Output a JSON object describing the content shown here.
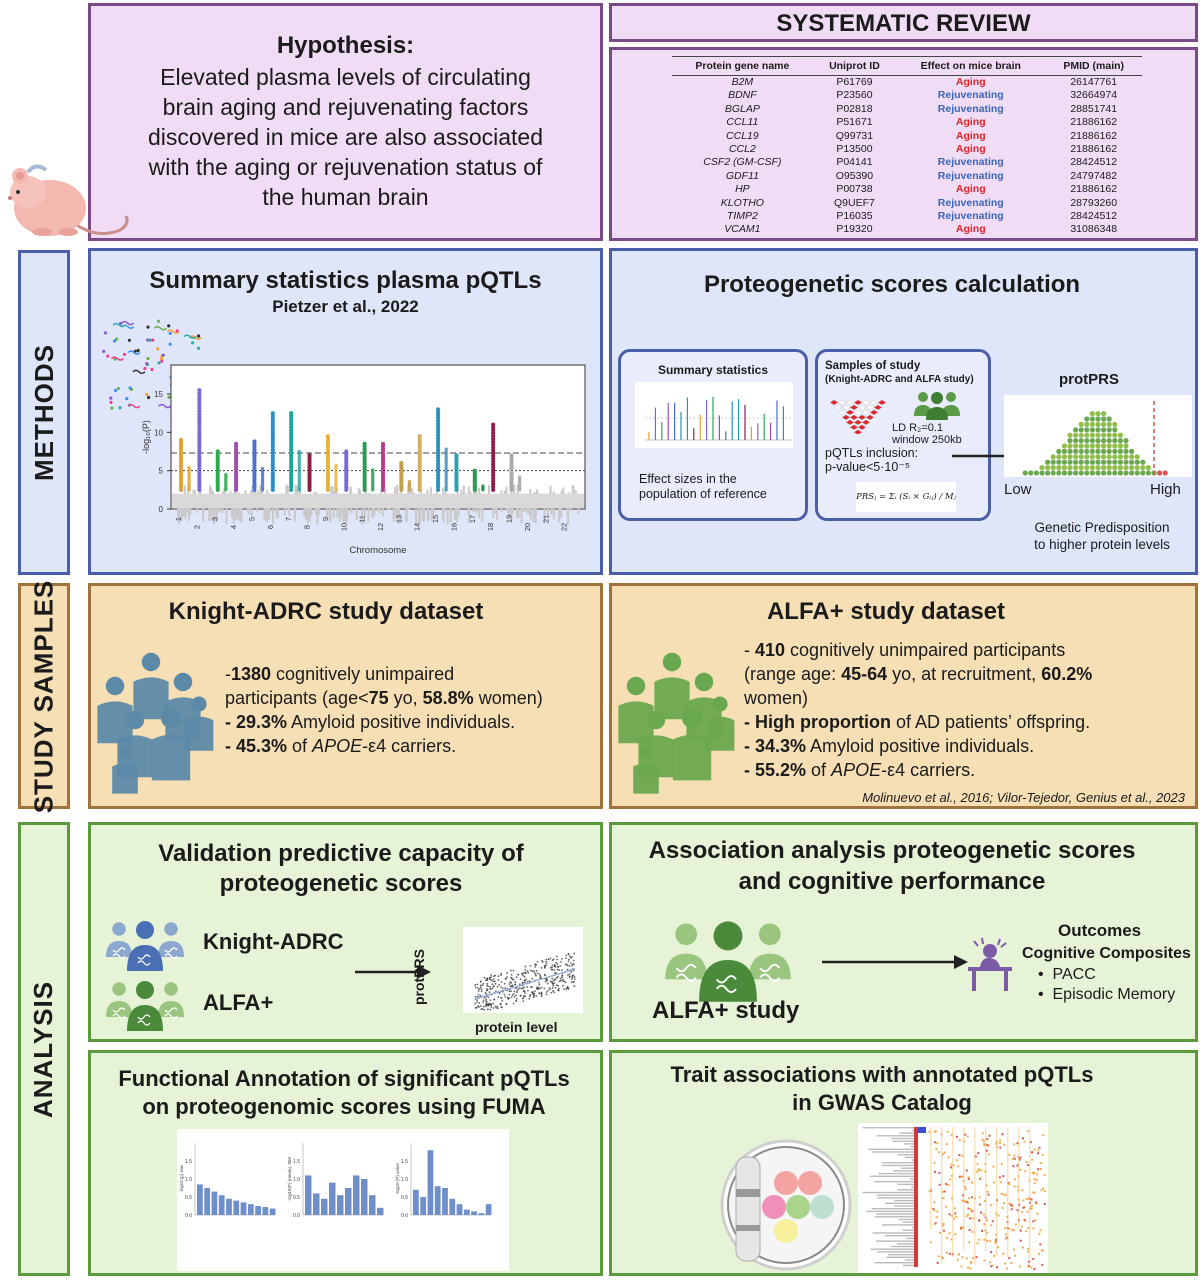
{
  "hypothesis": {
    "title": "Hypothesis:",
    "lines": [
      "Elevated plasma levels of circulating",
      "brain aging and rejuvenating factors",
      "discovered in mice are also associated",
      "with the aging or rejuvenation status of",
      "the human brain"
    ]
  },
  "systematic_review": {
    "title": "SYSTEMATIC REVIEW",
    "headers": [
      "Protein gene name",
      "Uniprot ID",
      "Effect on mice brain",
      "PMID (main)"
    ],
    "rows": [
      {
        "gene": "B2M",
        "id": "P61769",
        "effect": "Aging",
        "pmid": "26147761"
      },
      {
        "gene": "BDNF",
        "id": "P23560",
        "effect": "Rejuvenating",
        "pmid": "32664974"
      },
      {
        "gene": "BGLAP",
        "id": "P02818",
        "effect": "Rejuvenating",
        "pmid": "28851741"
      },
      {
        "gene": "CCL11",
        "id": "P51671",
        "effect": "Aging",
        "pmid": "21886162"
      },
      {
        "gene": "CCL19",
        "id": "Q99731",
        "effect": "Aging",
        "pmid": "21886162"
      },
      {
        "gene": "CCL2",
        "id": "P13500",
        "effect": "Aging",
        "pmid": "21886162"
      },
      {
        "gene": "CSF2 (GM-CSF)",
        "id": "P04141",
        "effect": "Rejuvenating",
        "pmid": "28424512"
      },
      {
        "gene": "GDF11",
        "id": "O95390",
        "effect": "Rejuvenating",
        "pmid": "24797482"
      },
      {
        "gene": "HP",
        "id": "P00738",
        "effect": "Aging",
        "pmid": "21886162"
      },
      {
        "gene": "KLOTHO",
        "id": "Q9UEF7",
        "effect": "Rejuvenating",
        "pmid": "28793260"
      },
      {
        "gene": "TIMP2",
        "id": "P16035",
        "effect": "Rejuvenating",
        "pmid": "28424512"
      },
      {
        "gene": "VCAM1",
        "id": "P19320",
        "effect": "Aging",
        "pmid": "31086348"
      }
    ],
    "colors": {
      "aging": "#e0262a",
      "rejuvenating": "#3b66b8"
    }
  },
  "sections": {
    "methods": "METHODS",
    "study_samples": "STUDY SAMPLES",
    "analysis": "ANALYSIS"
  },
  "summary_stats": {
    "title": "Summary statistics plasma pQTLs",
    "citation": "Pietzer et al., 2022",
    "ylabel": "-log₁₀(P)",
    "xlabel": "Chromosome",
    "yticks": [
      "0",
      "5",
      "10",
      "15"
    ],
    "chromosomes": [
      "1",
      "2",
      "3",
      "4",
      "5",
      "6",
      "7",
      "8",
      "9",
      "10",
      "11",
      "12",
      "13",
      "14",
      "15",
      "16",
      "17",
      "18",
      "19",
      "20",
      "21",
      "22"
    ]
  },
  "protscore": {
    "title": "Proteogenetic scores calculation",
    "summary_box_title": "Summary statistics",
    "summary_box_text": [
      "Effect sizes in the",
      "population of reference"
    ],
    "samples_title": [
      "Samples of study",
      "(Knight-ADRC and ALFA study)"
    ],
    "ld_text": [
      "LD R₂=0.1",
      "window  250kb"
    ],
    "inclusion": [
      "pQTLs inclusion:",
      "p-value<5·10⁻⁵"
    ],
    "formula": "PRSⱼ = Σᵢ (Sᵢ × Gᵢⱼ) / Mⱼ",
    "protprs_label": "protPRS",
    "low": "Low",
    "high": "High",
    "genetic": [
      "Genetic Predisposition",
      "to higher protein levels"
    ]
  },
  "knight": {
    "title": "Knight-ADRC study dataset",
    "l1_pre": "-",
    "l1_b": "1380",
    "l1_post": " cognitively unimpaired",
    "l2_pre": "participants (age<",
    "l2_b1": "75",
    "l2_mid": " yo, ",
    "l2_b2": "58.8%",
    "l2_post": " women)",
    "l3_b": "- 29.3%",
    "l3_post": " Amyloid positive individuals.",
    "l4_b": "- 45.3%",
    "l4_mid": " of ",
    "l4_i": "APOE",
    "l4_post": "-ε4 carriers."
  },
  "alfa": {
    "title": "ALFA+ study dataset",
    "l1_pre": "- ",
    "l1_b": "410",
    "l1_post": " cognitively unimpaired participants",
    "l2_pre": "(range age: ",
    "l2_b1": "45-64",
    "l2_mid": " yo, at recruitment, ",
    "l2_b2": "60.2%",
    "l3": "women)",
    "l4_b": "- High proportion",
    "l4_post": " of AD patients’ offspring.",
    "l5_b": "- 34.3%",
    "l5_post": " Amyloid positive individuals.",
    "l6_b": "- 55.2%",
    "l6_mid": " of ",
    "l6_i": "APOE",
    "l6_post": "-ε4 carriers.",
    "citation": "Molinuevo et al., 2016; Vilor-Tejedor, Genius et al., 2023"
  },
  "validation": {
    "title": [
      "Validation predictive capacity of",
      "proteogenetic scores"
    ],
    "knight_label": "Knight-ADRC",
    "alfa_label": "ALFA+",
    "ylabel": "protPRS",
    "xlabel": "protein level"
  },
  "association": {
    "title": [
      "Association analysis proteogenetic scores",
      "and cognitive performance"
    ],
    "study_label": "ALFA+ study",
    "outcomes": "Outcomes",
    "composites": "Cognitive Composites",
    "items": [
      "PACC",
      "Episodic Memory"
    ]
  },
  "fuma": {
    "title": [
      "Functional Annotation of significant pQTLs",
      "on proteogenomic scores using FUMA"
    ],
    "yticks": [
      "0.0",
      "0.5",
      "1.0",
      "1.5"
    ],
    "panels": [
      {
        "values": [
          0.85,
          0.75,
          0.65,
          0.55,
          0.45,
          0.4,
          0.35,
          0.3,
          0.25,
          0.22,
          0.18
        ]
      },
      {
        "values": [
          1.1,
          0.6,
          0.45,
          0.9,
          0.55,
          0.75,
          1.1,
          1.0,
          0.55,
          0.2
        ]
      },
      {
        "values": [
          0.7,
          0.5,
          1.8,
          0.8,
          0.75,
          0.45,
          0.3,
          0.15,
          0.1,
          0.05,
          0.3
        ]
      }
    ],
    "ylabels": [
      "-log10 (p) raw",
      "-log10(P) (mean), 850",
      "-log10 (P) value"
    ]
  },
  "gwas": {
    "title": [
      "Trait associations with annotated pQTLs",
      "in GWAS Catalog"
    ]
  },
  "icon_colors": {
    "people_blue": "#5d89a8",
    "people_green": "#6aa84f",
    "dna_blue": "#4a6fb5",
    "dna_green": "#4a8a3a"
  }
}
